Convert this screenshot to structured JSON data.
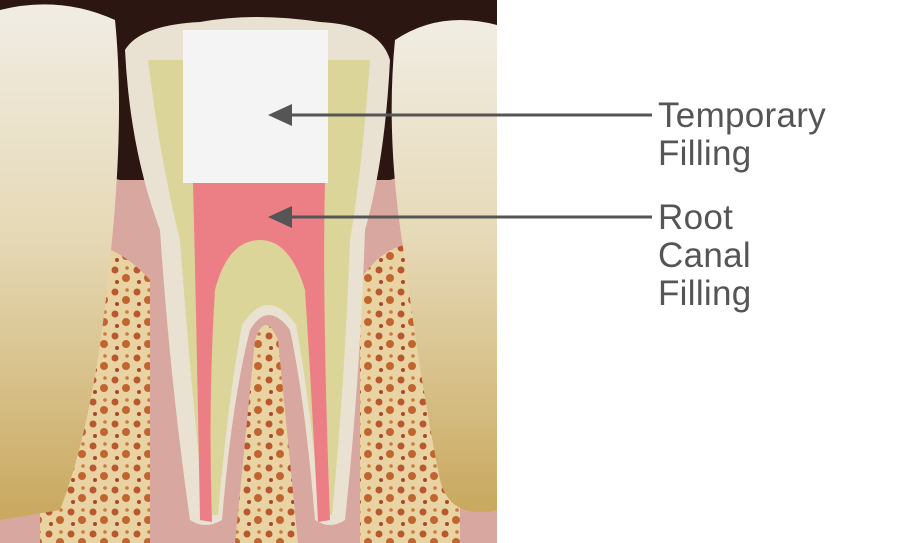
{
  "labels": {
    "temporary_filling": {
      "line1": "Temporary",
      "line2": "Filling"
    },
    "root_canal_filling": {
      "line1": "Root",
      "line2": "Canal",
      "line3": "Filling"
    }
  },
  "colors": {
    "background_dark": "#2b1612",
    "enamel": "#ece6dc",
    "dentin": "#dcd59a",
    "temporary_filling": "#f4f4f4",
    "root_canal_filling": "#ec7f86",
    "gum": "#e6b3ad",
    "bone": "#e8cf9c",
    "bone_spots": "#b5542c",
    "arrow": "#555555",
    "label_text": "#555555"
  }
}
